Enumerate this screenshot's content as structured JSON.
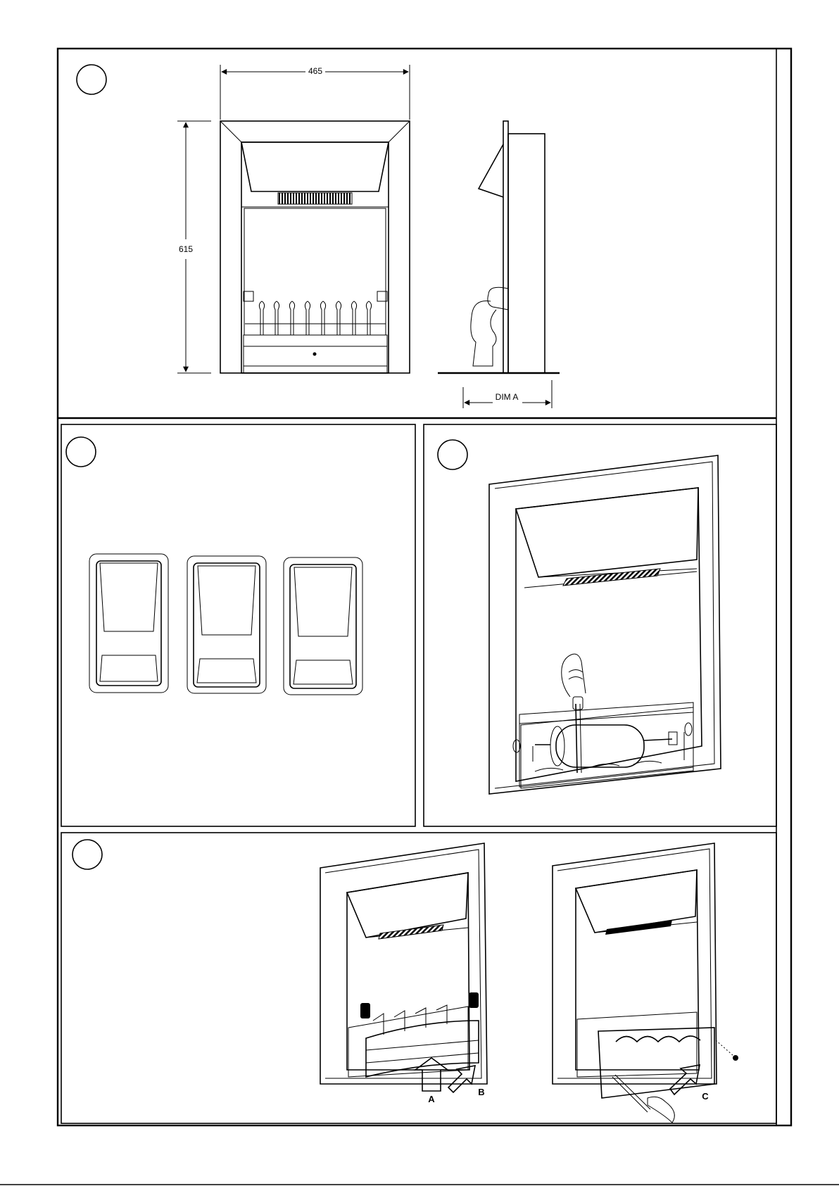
{
  "figure1": {
    "width_label": "465",
    "height_label": "615",
    "depth_label": "DIM A"
  },
  "figure4": {
    "arrow_a_label": "A",
    "arrow_b_label": "B",
    "arrow_c_label": "C"
  }
}
